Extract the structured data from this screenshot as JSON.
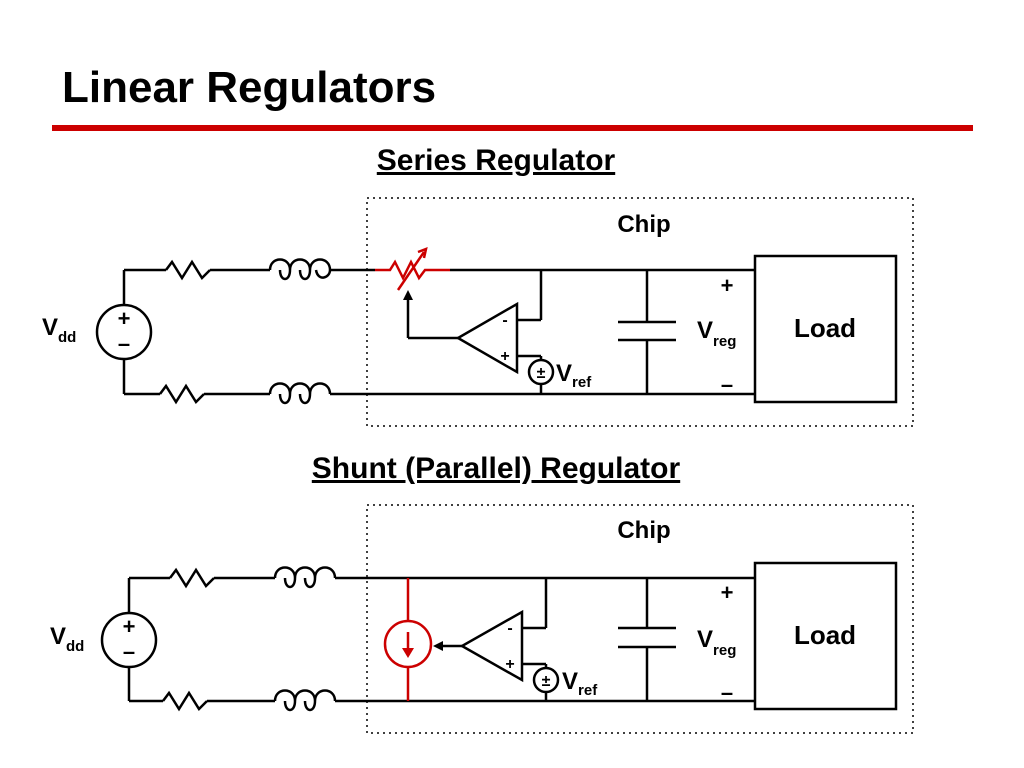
{
  "slide": {
    "title": "Linear Regulators",
    "accent_color": "#cc0000"
  },
  "series": {
    "heading": "Series Regulator",
    "chip_label": "Chip",
    "supply_label": "V",
    "supply_sub": "dd",
    "supply_plus": "+",
    "supply_minus": "–",
    "opamp_minus": "-",
    "opamp_plus": "+",
    "ref_symbol": "±",
    "ref_label": "V",
    "ref_sub": "ref",
    "out_label": "V",
    "out_sub": "reg",
    "out_plus": "+",
    "out_minus": "–",
    "load_label": "Load"
  },
  "shunt": {
    "heading": "Shunt (Parallel) Regulator",
    "chip_label": "Chip",
    "supply_label": "V",
    "supply_sub": "dd",
    "supply_plus": "+",
    "supply_minus": "–",
    "opamp_minus": "-",
    "opamp_plus": "+",
    "ref_symbol": "±",
    "ref_label": "V",
    "ref_sub": "ref",
    "out_label": "V",
    "out_sub": "reg",
    "out_plus": "+",
    "out_minus": "–",
    "load_label": "Load"
  },
  "icons": {
    "series_pass_element": "variable-resistor-icon",
    "shunt_pass_element": "current-source-icon",
    "supply": "voltage-source-icon",
    "resistor": "resistor-icon",
    "inductor": "inductor-icon",
    "capacitor": "capacitor-icon",
    "opamp": "opamp-icon"
  }
}
